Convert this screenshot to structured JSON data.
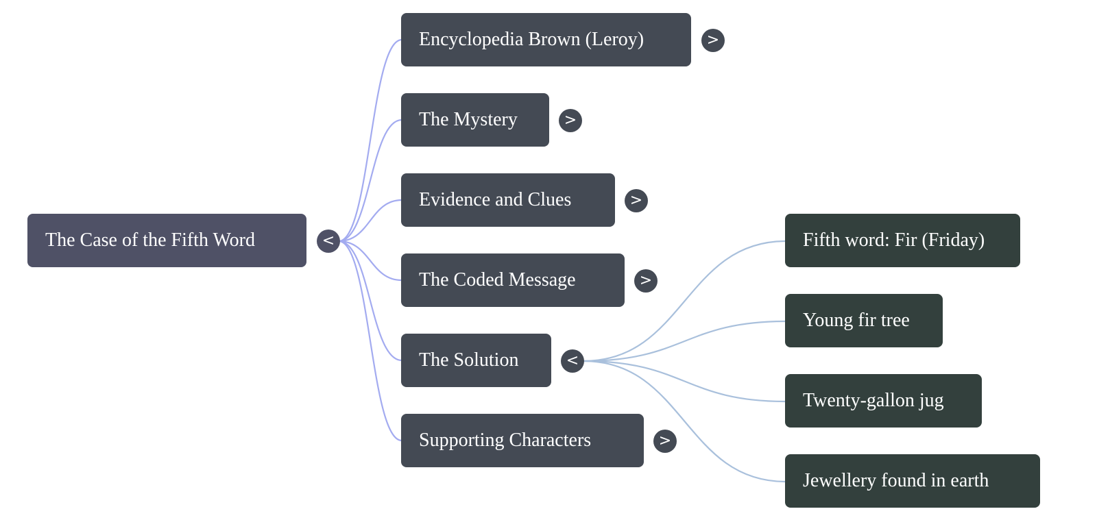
{
  "root": {
    "label": "The Case of the Fifth Word",
    "toggle": "<",
    "expanded": true
  },
  "branches": [
    {
      "label": "Encyclopedia Brown (Leroy)",
      "toggle": ">",
      "expanded": false
    },
    {
      "label": "The Mystery",
      "toggle": ">",
      "expanded": false
    },
    {
      "label": "Evidence and Clues",
      "toggle": ">",
      "expanded": false
    },
    {
      "label": "The Coded Message",
      "toggle": ">",
      "expanded": false
    },
    {
      "label": "The Solution",
      "toggle": "<",
      "expanded": true
    },
    {
      "label": "Supporting Characters",
      "toggle": ">",
      "expanded": false
    }
  ],
  "solution_children": [
    {
      "label": "Fifth word: Fir (Friday)"
    },
    {
      "label": "Young fir tree"
    },
    {
      "label": "Twenty-gallon jug"
    },
    {
      "label": "Jewellery found in earth"
    }
  ],
  "colors": {
    "root_node": "#4f5166",
    "branch_node": "#444a54",
    "leaf_node": "#33403d",
    "root_link": "#a3abf0",
    "solution_link": "#a9c0dc"
  }
}
